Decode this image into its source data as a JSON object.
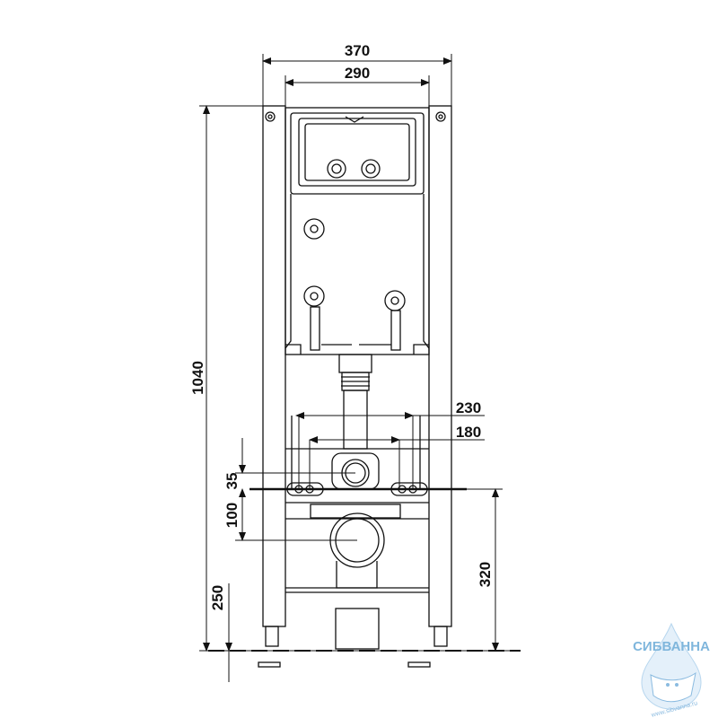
{
  "dimensions": {
    "overall_width": "370",
    "inner_width": "290",
    "height": "1040",
    "bolt_spacing_outer": "230",
    "bolt_spacing_inner": "180",
    "offset_35": "35",
    "offset_100": "100",
    "floor_250": "250",
    "drain_height": "320"
  },
  "logo": {
    "name": "СИБВАННА",
    "url": "www.sibvanna.ru"
  }
}
